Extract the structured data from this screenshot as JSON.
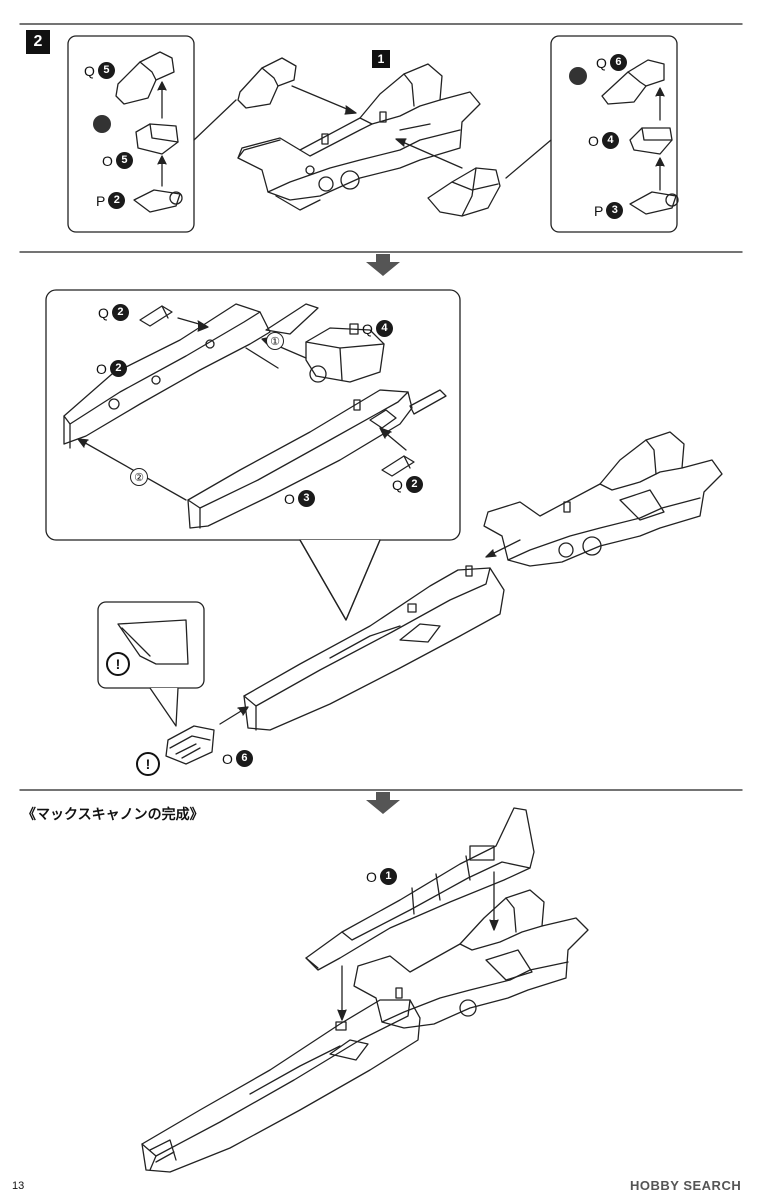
{
  "step": {
    "number": "2",
    "sub_step": "1"
  },
  "callouts": {
    "q5": {
      "letter": "Q",
      "num": "5"
    },
    "o5": {
      "letter": "O",
      "num": "5"
    },
    "p2": {
      "letter": "P",
      "num": "2"
    },
    "q6": {
      "letter": "Q",
      "num": "6"
    },
    "o4": {
      "letter": "O",
      "num": "4"
    },
    "p3": {
      "letter": "P",
      "num": "3"
    },
    "q2a": {
      "letter": "Q",
      "num": "2"
    },
    "o2": {
      "letter": "O",
      "num": "2"
    },
    "q4": {
      "letter": "Q",
      "num": "4"
    },
    "q2b": {
      "letter": "Q",
      "num": "2"
    },
    "o3": {
      "letter": "O",
      "num": "3"
    },
    "o6": {
      "letter": "O",
      "num": "6"
    },
    "o1": {
      "letter": "O",
      "num": "1"
    }
  },
  "order_marks": {
    "first": "①",
    "second": "②"
  },
  "caution_symbol": "!",
  "section_title": "《マックスキャノンの完成》",
  "page_number": "13",
  "watermark": "HOBBY SEARCH"
}
